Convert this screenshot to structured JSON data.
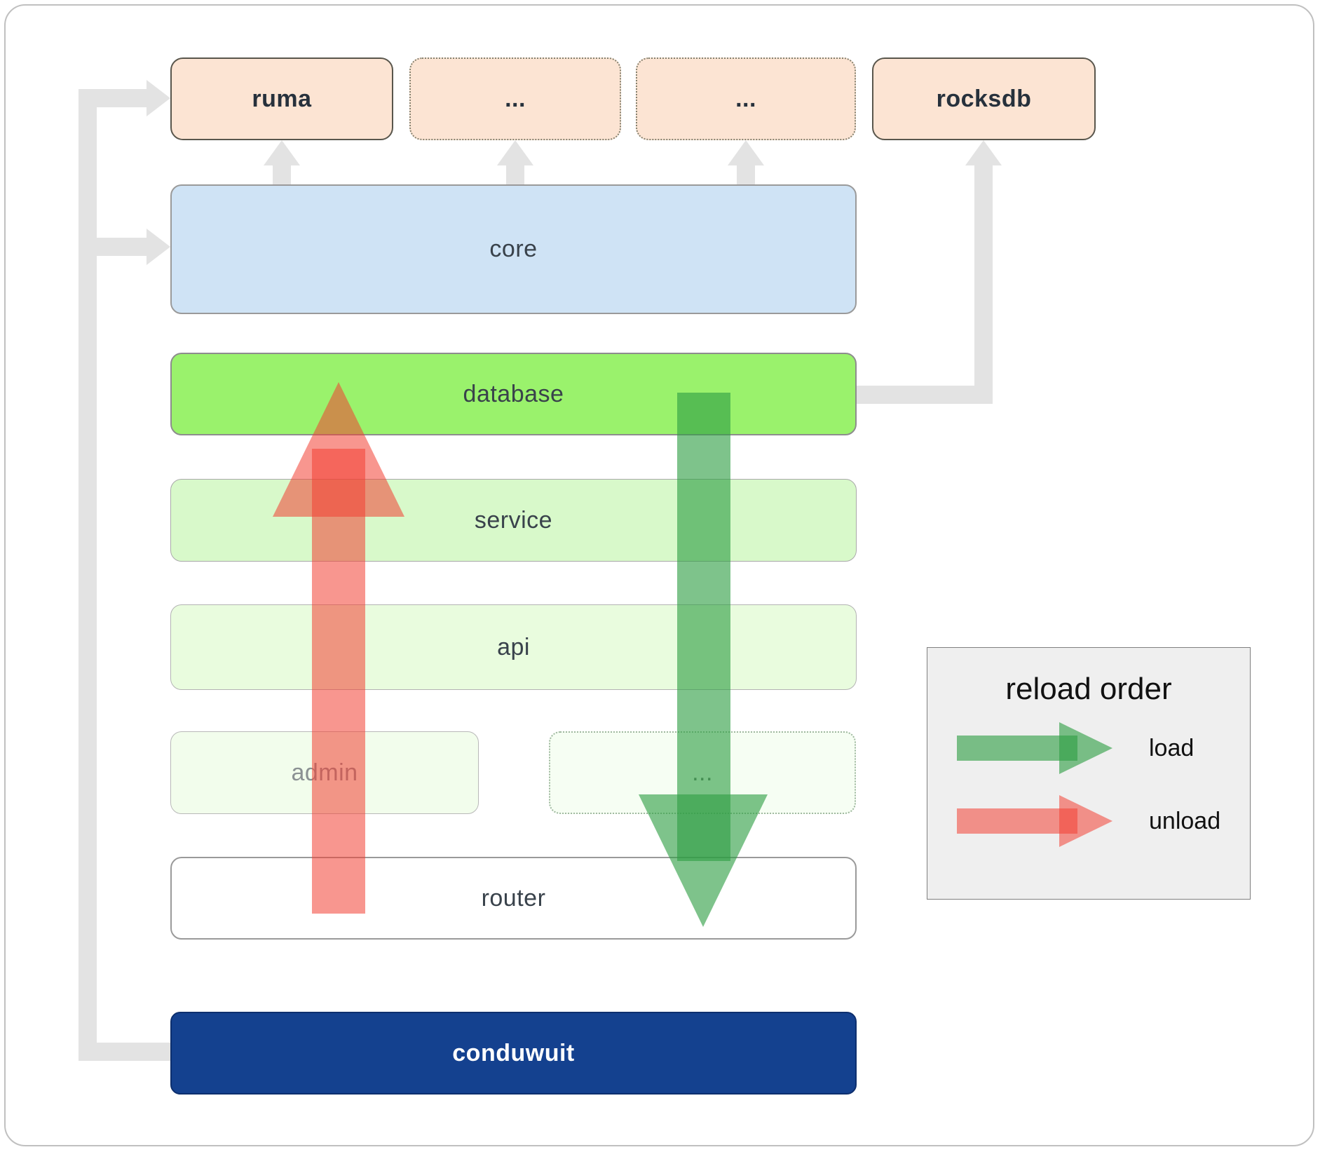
{
  "diagram": {
    "top_row": [
      {
        "label": "ruma"
      },
      {
        "label": "..."
      },
      {
        "label": "..."
      },
      {
        "label": "rocksdb"
      }
    ],
    "layers": {
      "core": "core",
      "database": "database",
      "service": "service",
      "api": "api",
      "admin": "admin",
      "more": "...",
      "router": "router",
      "app": "conduwuit"
    }
  },
  "legend": {
    "title": "reload order",
    "items": [
      {
        "label": "load",
        "color": "#2f9e44"
      },
      {
        "label": "unload",
        "color": "#f2564d"
      }
    ]
  },
  "colors": {
    "peach_box": "#fce4d3",
    "core_blue": "#cfe3f5",
    "database_green": "#9af26c",
    "service_green": "#d8f9ca",
    "api_green": "#e9fcde",
    "admin_green": "#f2fdec",
    "conduwuit_blue": "#14418f",
    "dependency_arrow_gray": "#e3e3e3",
    "load_arrow_green": "#2f9e44",
    "unload_arrow_red": "#f2564d"
  }
}
